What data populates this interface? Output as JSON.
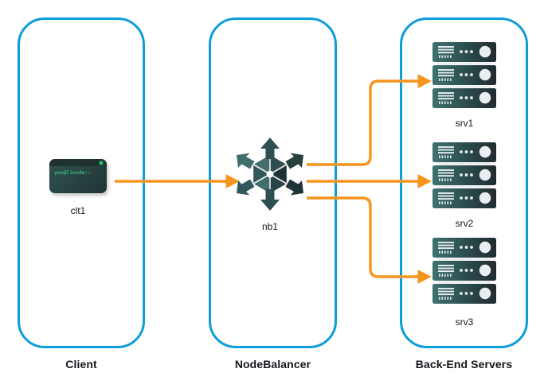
{
  "diagram": {
    "title": "NodeBalancer traffic distribution diagram",
    "background_color": "#ffffff",
    "panel_border_color": "#0d9ddb",
    "arrow_color": "#f7941e",
    "icon_dark_color": "#263238",
    "icon_teal_color": "#3a6b6a",
    "terminal_prompt_color": "#3ddc84"
  },
  "zones": [
    {
      "key": "client",
      "label": "Client"
    },
    {
      "key": "nodebalancer",
      "label": "NodeBalancer"
    },
    {
      "key": "backend",
      "label": "Back-End Servers"
    }
  ],
  "nodes": {
    "client": {
      "id": "clt1",
      "label": "clt1",
      "icon": "terminal-icon",
      "terminal_prompt": "you@linode:~"
    },
    "balancer": {
      "id": "nb1",
      "label": "nb1",
      "icon": "nodebalancer-icon"
    },
    "servers": [
      {
        "id": "srv1",
        "label": "srv1",
        "icon": "server-rack-icon"
      },
      {
        "id": "srv2",
        "label": "srv2",
        "icon": "server-rack-icon"
      },
      {
        "id": "srv3",
        "label": "srv3",
        "icon": "server-rack-icon"
      }
    ]
  },
  "connections": [
    {
      "from": "clt1",
      "to": "nb1",
      "style": "straight-arrow"
    },
    {
      "from": "nb1",
      "to": "srv1",
      "style": "elbow-up-arrow"
    },
    {
      "from": "nb1",
      "to": "srv2",
      "style": "straight-arrow"
    },
    {
      "from": "nb1",
      "to": "srv3",
      "style": "elbow-down-arrow"
    }
  ]
}
